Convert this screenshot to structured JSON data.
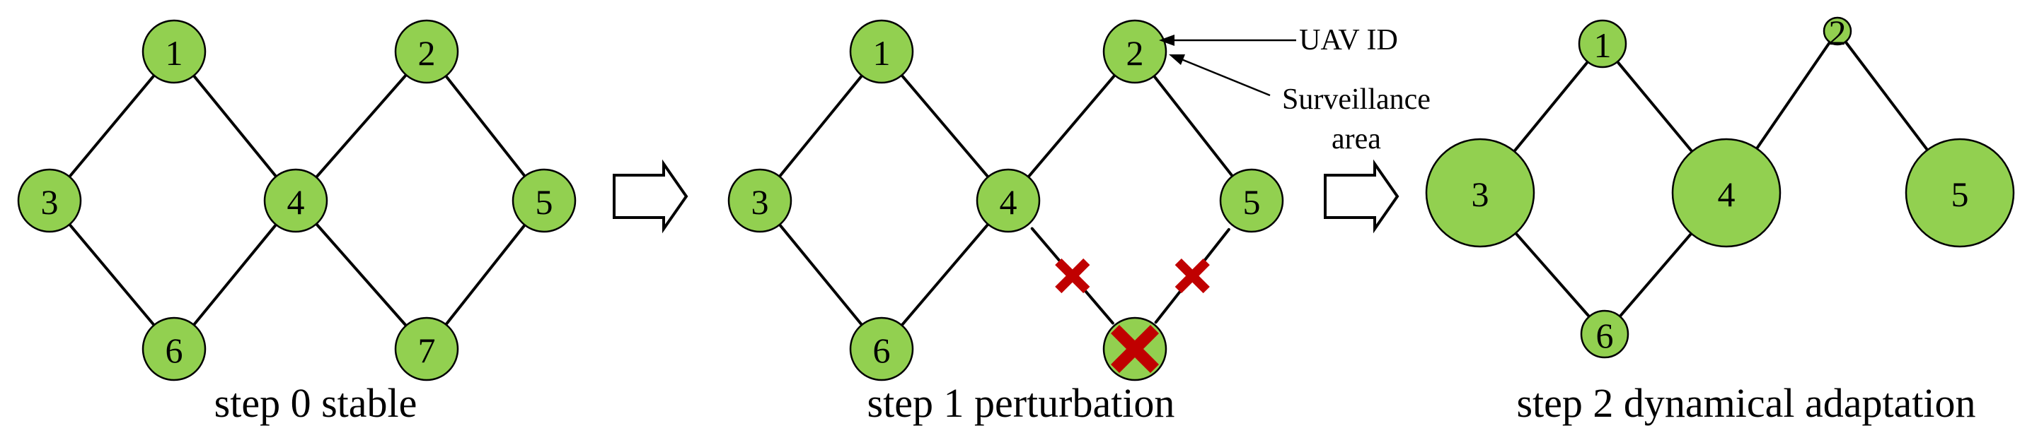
{
  "panels": [
    {
      "caption": "step 0  stable",
      "nodes": [
        {
          "id": "1",
          "label": "1"
        },
        {
          "id": "2",
          "label": "2"
        },
        {
          "id": "3",
          "label": "3"
        },
        {
          "id": "4",
          "label": "4"
        },
        {
          "id": "5",
          "label": "5"
        },
        {
          "id": "6",
          "label": "6"
        },
        {
          "id": "7",
          "label": "7"
        }
      ],
      "edges": [
        [
          "1",
          "3"
        ],
        [
          "1",
          "4"
        ],
        [
          "3",
          "6"
        ],
        [
          "6",
          "4"
        ],
        [
          "2",
          "4"
        ],
        [
          "2",
          "5"
        ],
        [
          "4",
          "7"
        ],
        [
          "7",
          "5"
        ]
      ]
    },
    {
      "caption": "step 1  perturbation",
      "nodes": [
        {
          "id": "1",
          "label": "1"
        },
        {
          "id": "2",
          "label": "2"
        },
        {
          "id": "3",
          "label": "3"
        },
        {
          "id": "4",
          "label": "4"
        },
        {
          "id": "5",
          "label": "5"
        },
        {
          "id": "6",
          "label": "6"
        },
        {
          "id": "7",
          "label": "",
          "failed": true
        }
      ],
      "edges": [
        [
          "1",
          "3"
        ],
        [
          "1",
          "4"
        ],
        [
          "3",
          "6"
        ],
        [
          "6",
          "4"
        ],
        [
          "2",
          "4"
        ],
        [
          "2",
          "5"
        ]
      ],
      "broken_edges": [
        [
          "4",
          "7"
        ],
        [
          "5",
          "7"
        ]
      ],
      "annotations": [
        {
          "text": "UAV ID",
          "points_to": "node label"
        },
        {
          "text": "Surveillance",
          "text2": "area",
          "points_to": "node circle"
        }
      ]
    },
    {
      "caption": "step 2  dynamical adaptation",
      "nodes": [
        {
          "id": "1",
          "label": "1"
        },
        {
          "id": "2",
          "label": "2"
        },
        {
          "id": "3",
          "label": "3"
        },
        {
          "id": "4",
          "label": "4"
        },
        {
          "id": "5",
          "label": "5"
        },
        {
          "id": "6",
          "label": "6"
        }
      ],
      "edges": [
        [
          "1",
          "3"
        ],
        [
          "1",
          "4"
        ],
        [
          "3",
          "6"
        ],
        [
          "6",
          "4"
        ],
        [
          "2",
          "4"
        ],
        [
          "2",
          "5"
        ]
      ]
    }
  ],
  "colors": {
    "node_fill": "#92d050",
    "failure_cross": "#c00000"
  }
}
